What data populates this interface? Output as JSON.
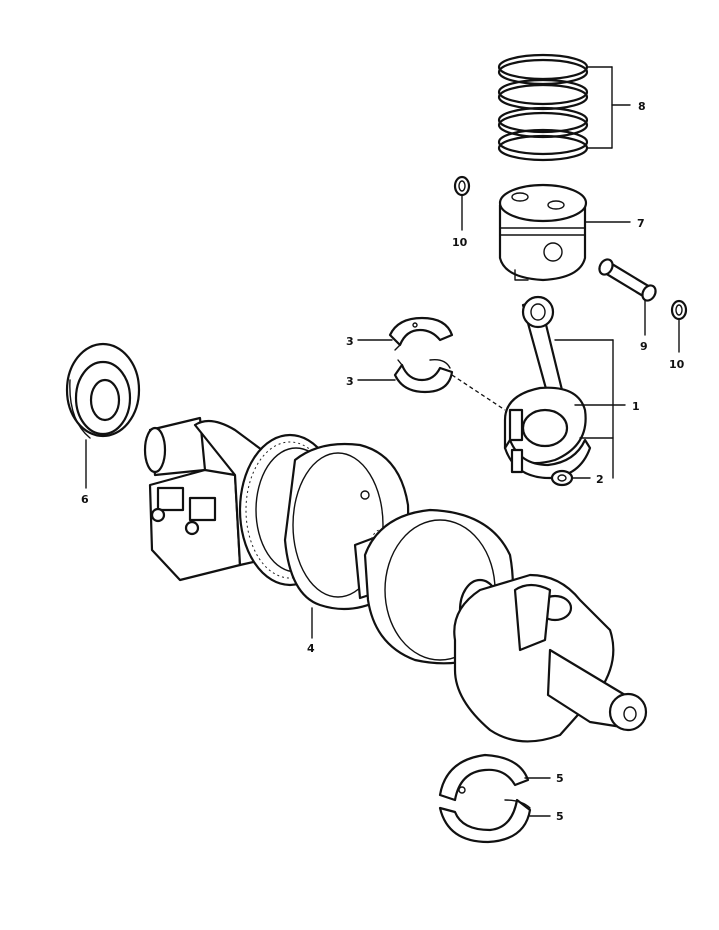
{
  "callouts": {
    "n1": "1",
    "n2": "2",
    "n3a": "3",
    "n3b": "3",
    "n4": "4",
    "n5a": "5",
    "n5b": "5",
    "n6": "6",
    "n7": "7",
    "n8": "8",
    "n9": "9",
    "n10a": "10",
    "n10b": "10"
  }
}
